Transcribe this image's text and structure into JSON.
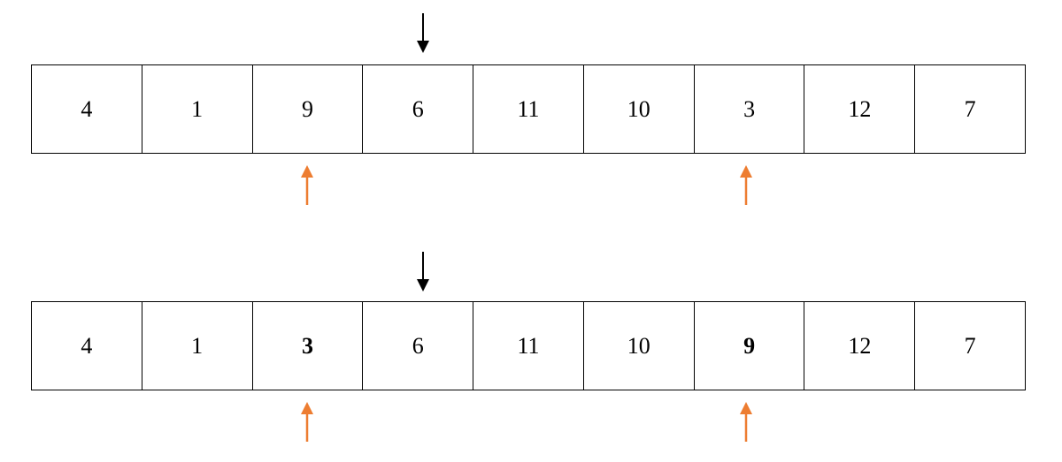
{
  "colors": {
    "pivot_arrow": "#000000",
    "pointer_arrow": "#ed7d31",
    "cell_border": "#000000"
  },
  "icons": {
    "pivot": "arrow-down-icon",
    "pointer": "arrow-up-icon"
  },
  "arrays": [
    {
      "cells": [
        "4",
        "1",
        "9",
        "6",
        "11",
        "10",
        "3",
        "12",
        "7"
      ],
      "bold_cells": [
        false,
        false,
        false,
        false,
        false,
        false,
        false,
        false,
        false
      ],
      "pivot_index": 3,
      "pointer_indices": [
        2,
        6
      ]
    },
    {
      "cells": [
        "4",
        "1",
        "3",
        "6",
        "11",
        "10",
        "9",
        "12",
        "7"
      ],
      "bold_cells": [
        false,
        false,
        true,
        false,
        false,
        false,
        true,
        false,
        false
      ],
      "pivot_index": 3,
      "pointer_indices": [
        2,
        6
      ]
    }
  ]
}
